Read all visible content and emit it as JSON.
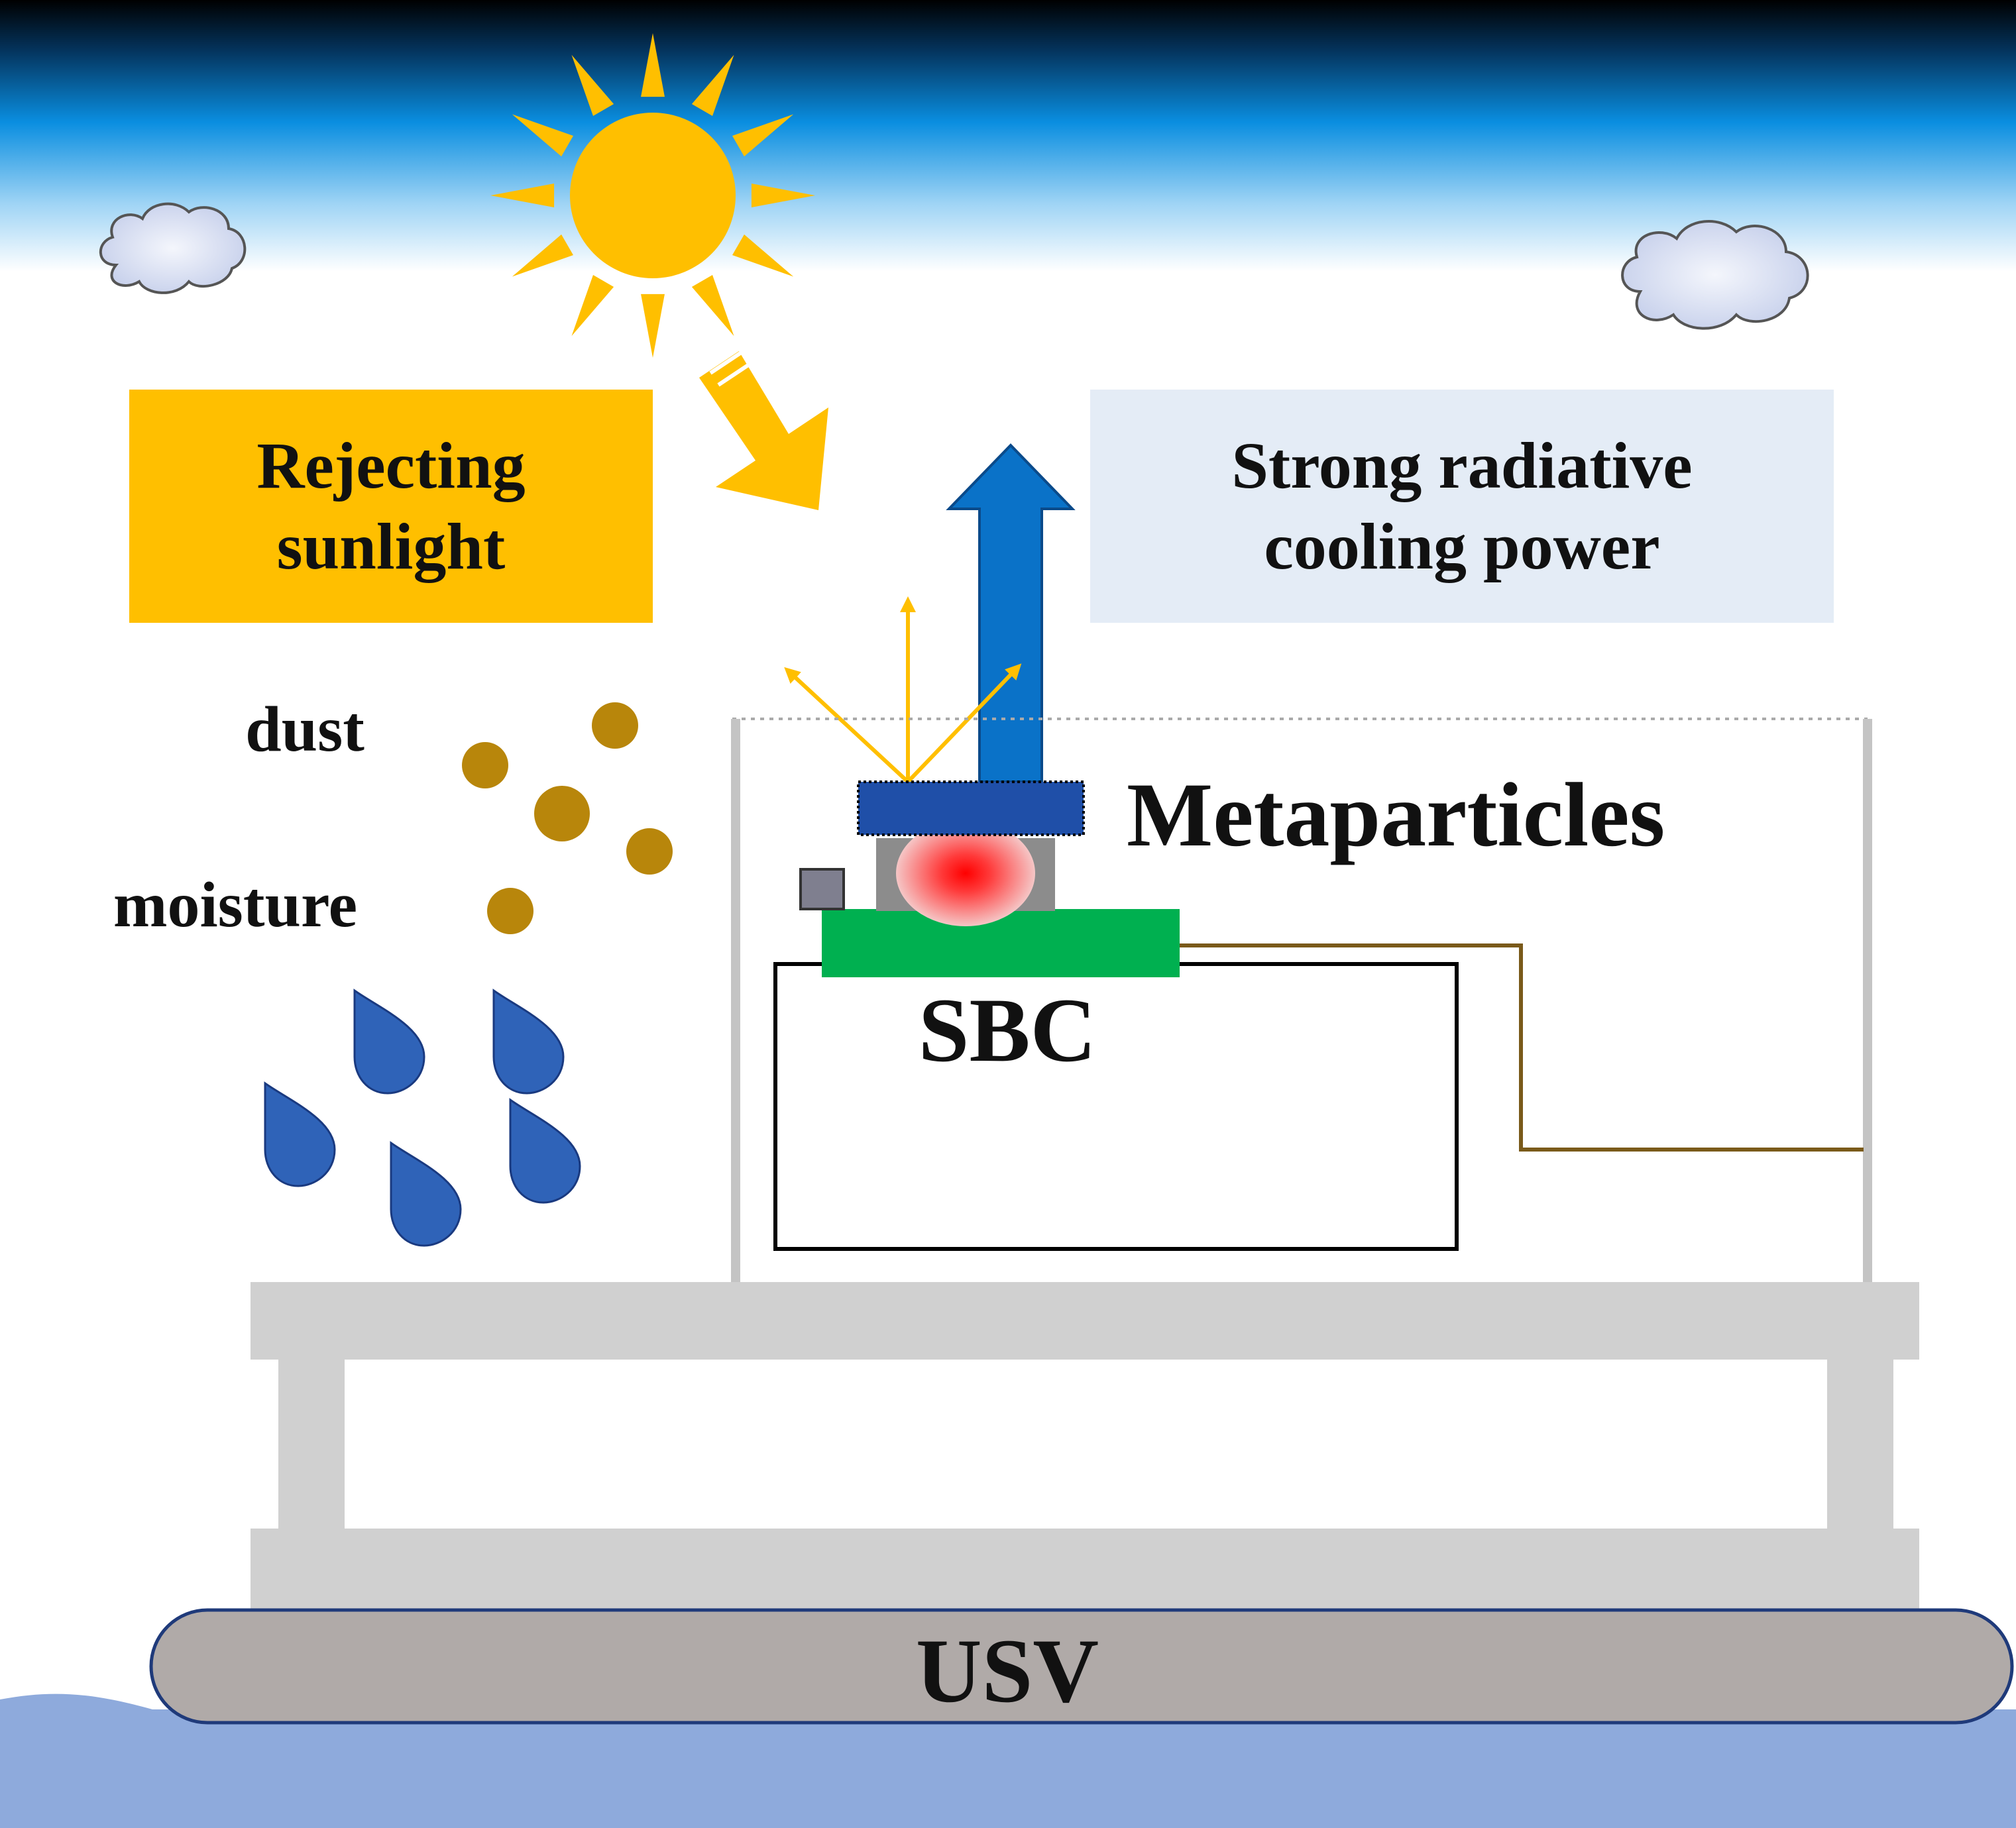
{
  "labels": {
    "rejecting_line1": "Rejecting",
    "rejecting_line2": "sunlight",
    "cooling_line1": "Strong radiative",
    "cooling_line2": "cooling power",
    "dust": "dust",
    "moisture": "moisture",
    "metaparticles": "Metaparticles",
    "sbc": "SBC",
    "usv": "USV"
  },
  "colors": {
    "sky_top": "#000000",
    "sky_blue": "#0a8ee0",
    "sun": "#ffbf00",
    "rejecting_box": "#ffbf00",
    "cooling_box": "#e4ecf6",
    "cooling_arrow": "#0a72c8",
    "dust_particle": "#b8860b",
    "water_drop": "#2f63b8",
    "frame_gray": "#d0d0d0",
    "pcb_green": "#00b050",
    "coating_blue": "#1f4fa8",
    "usv_hull": "#b0aaa8",
    "water": "#8eaadc"
  }
}
